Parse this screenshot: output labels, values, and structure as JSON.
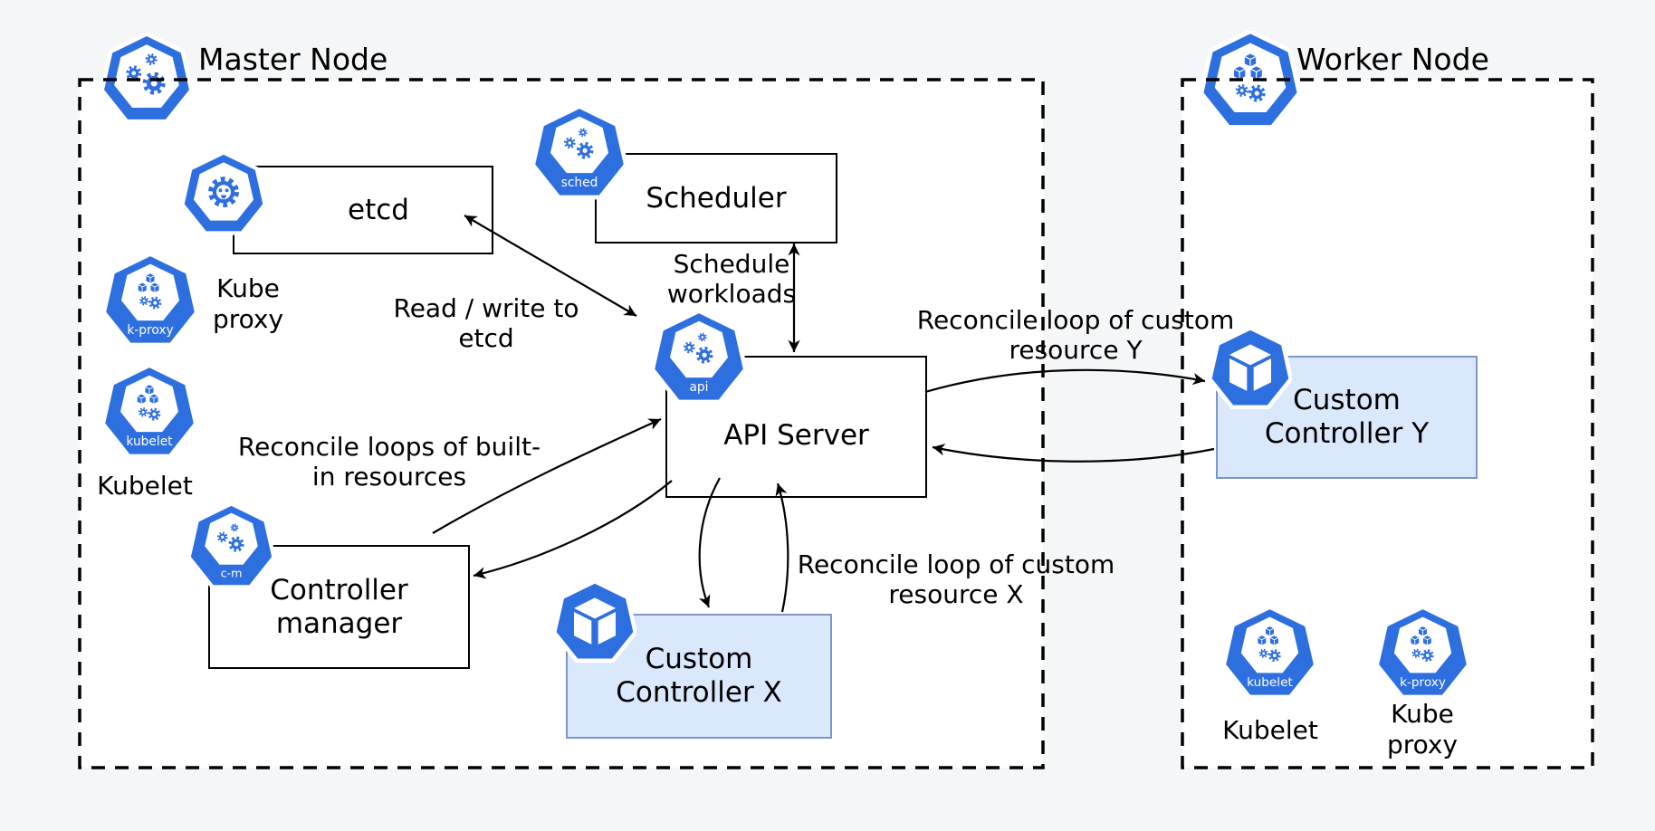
{
  "nodes": {
    "master": {
      "label": "Master Node"
    },
    "worker": {
      "label": "Worker Node"
    }
  },
  "components": {
    "etcd": {
      "label": "etcd"
    },
    "scheduler": {
      "label": "Scheduler"
    },
    "api_server": {
      "label": "API Server"
    },
    "controller_manager": {
      "line1": "Controller",
      "line2": "manager"
    },
    "custom_controller_x": {
      "line1": "Custom",
      "line2": "Controller X"
    },
    "custom_controller_y": {
      "line1": "Custom",
      "line2": "Controller Y"
    }
  },
  "daemons": {
    "master_kube_proxy": {
      "line1": "Kube",
      "line2": "proxy"
    },
    "master_kubelet": {
      "label": "Kubelet"
    },
    "worker_kubelet": {
      "label": "Kubelet"
    },
    "worker_kube_proxy": {
      "line1": "Kube",
      "line2": "proxy"
    }
  },
  "icon_labels": {
    "sched": "sched",
    "api": "api",
    "cm": "c-m",
    "kubelet": "kubelet",
    "kproxy": "k-proxy"
  },
  "annotations": {
    "read_write_etcd": {
      "line1": "Read / write to",
      "line2": "etcd"
    },
    "schedule_workloads": {
      "line1": "Schedule",
      "line2": "workloads"
    },
    "reconcile_builtin": {
      "line1": "Reconcile loops of built-",
      "line2": "in resources"
    },
    "reconcile_custom_y": {
      "line1": "Reconcile loop of custom",
      "line2": "resource Y"
    },
    "reconcile_custom_x": {
      "line1": "Reconcile loop of custom",
      "line2": "resource X"
    }
  },
  "colors": {
    "kubernetes_blue": "#2E6FE0",
    "custom_controller_fill": "#DAE8FC",
    "custom_controller_border": "#7D96C9",
    "background": "#F5F6F7",
    "node_fill": "#FFFFFF",
    "line": "#000000"
  }
}
